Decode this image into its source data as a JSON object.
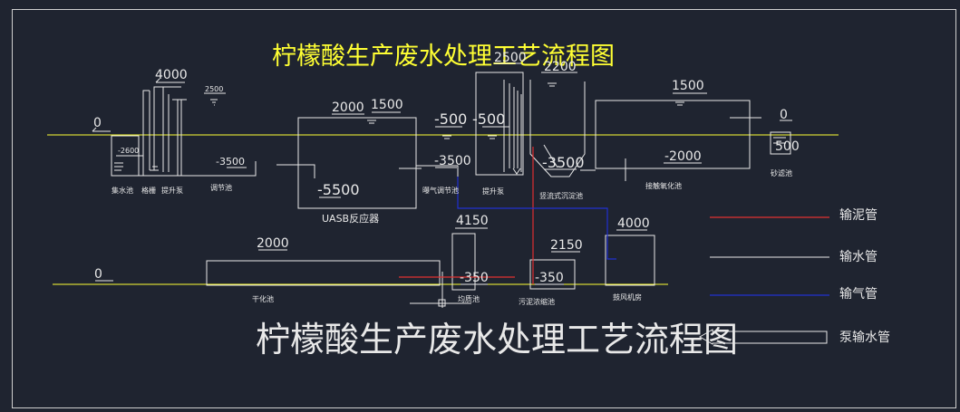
{
  "title_top": "柠檬酸生产废水处理工艺流程图",
  "title_bottom": "柠檬酸生产废水处理工艺流程图",
  "colors": {
    "ground": "#ffff33",
    "sludge": "#e03030",
    "water": "#e8e8e8",
    "gas": "#2030d0",
    "title": "#ffff33"
  },
  "elevations": {
    "e_0_left": "0",
    "e_4000": "4000",
    "e_2500": "2500",
    "e_neg2600": "-2600",
    "e_neg3500_a": "-3500",
    "e_2000_uasb": "2000",
    "e_1500_uasb": "1500",
    "e_neg5500": "-5500",
    "e_neg500_a": "-500",
    "e_neg500_b": "-500",
    "e_neg3500_b": "-3500",
    "e_2500_lift2": "2500",
    "e_2200": "2200",
    "e_neg3500_c": "-3500",
    "e_1500_contact": "1500",
    "e_neg2000": "-2000",
    "e_0_sand": "0",
    "e_500": "500",
    "e_2000_dry": "2000",
    "e_0_lower": "0",
    "e_4150": "4150",
    "e_neg350_a": "-350",
    "e_2150": "2150",
    "e_neg350_b": "-350",
    "e_4000_blower": "4000"
  },
  "units": {
    "collection_pool": "集水池",
    "grille": "格栅",
    "lift_pump_1": "提升泵",
    "equalization_pool": "调节池",
    "uasb": "UASB反应器",
    "aeration_equalization": "曝气调节池",
    "lift_pump_2": "提升泵",
    "vertical_sedimentation": "竖流式沉淀池",
    "contact_oxidation": "接触氧化池",
    "sand_filter": "砂滤池",
    "drying_bed": "干化池",
    "sludge_pool": "均质池",
    "sludge_thickener": "污泥浓缩池",
    "blower_room": "鼓风机房"
  },
  "legend": [
    {
      "label": "输泥管",
      "type": "sludge"
    },
    {
      "label": "输水管",
      "type": "water"
    },
    {
      "label": "输气管",
      "type": "gas"
    },
    {
      "label": "泵输水管",
      "type": "pump"
    }
  ]
}
